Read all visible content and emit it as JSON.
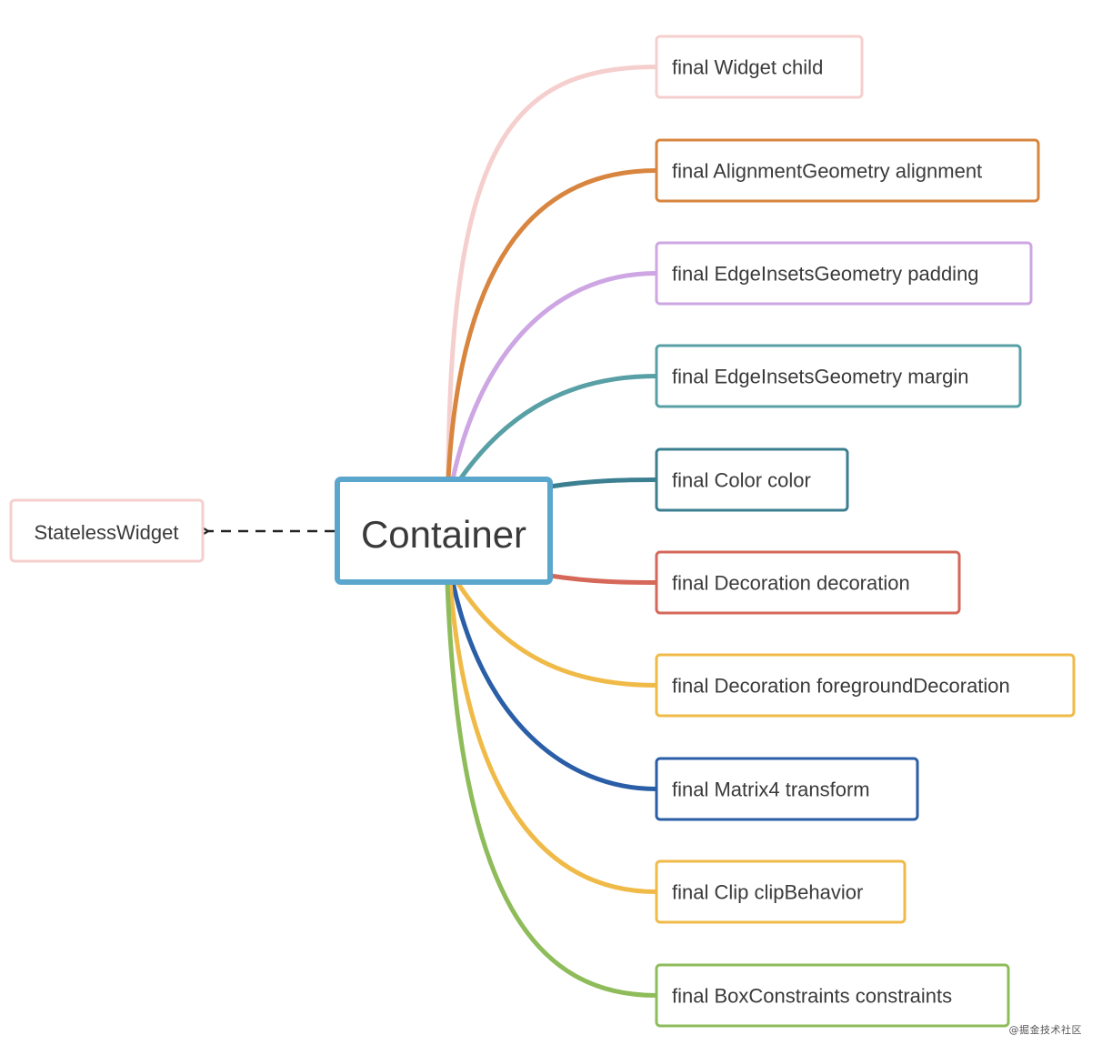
{
  "root": {
    "label": "Container",
    "color": "#5aa6cc"
  },
  "parent": {
    "label": "StatelessWidget",
    "color": "#f5cfcd"
  },
  "children": [
    {
      "id": "child",
      "label": "final Widget child",
      "color": "#f5cfcd"
    },
    {
      "id": "alignment",
      "label": "final AlignmentGeometry alignment",
      "color": "#d8853f"
    },
    {
      "id": "padding",
      "label": "final EdgeInsetsGeometry padding",
      "color": "#cda6e3"
    },
    {
      "id": "margin",
      "label": "final EdgeInsetsGeometry margin",
      "color": "#58a0a6"
    },
    {
      "id": "color",
      "label": "final Color color",
      "color": "#3b7f91"
    },
    {
      "id": "decoration",
      "label": "final Decoration decoration",
      "color": "#d6685a"
    },
    {
      "id": "foregroundDecoration",
      "label": "final Decoration foregroundDecoration",
      "color": "#f0ba48"
    },
    {
      "id": "transform",
      "label": "final Matrix4 transform",
      "color": "#2a5ea7"
    },
    {
      "id": "clipBehavior",
      "label": "final Clip clipBehavior",
      "color": "#f0ba48"
    },
    {
      "id": "constraints",
      "label": "final BoxConstraints constraints",
      "color": "#8fbc5a"
    }
  ],
  "watermark": "@掘金技术社区"
}
